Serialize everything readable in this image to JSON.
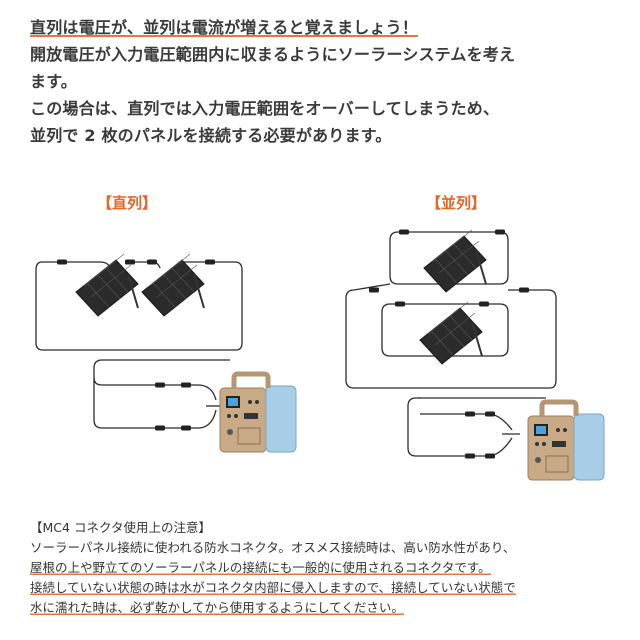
{
  "intro": {
    "line1_part_a": "直列は電圧が、",
    "line1_part_b": "並列は電流が増えると覚えましょう！",
    "line2": "開放電圧が入力電圧範囲内に収まるようにソーラーシステムを考え",
    "line3": "ます。",
    "line4": "この場合は、直列では入力電圧範囲をオーバーしてしまうため、",
    "line5": "並列で 2 枚のパネルを接続する必要があります。"
  },
  "diagrams": {
    "series_title": "【直列】",
    "parallel_title": "【並列】"
  },
  "note": {
    "heading": "【MC4 コネクタ使用上の注意】",
    "line1": "ソーラーパネル接続に使われる防水コネクタ。オスメス接続時は、高い防水性があり、",
    "line2": "屋根の上や野立てのソーラーパネルの接続にも一般的に使用されるコネクタです。",
    "line3": "接続していない状態の時は水がコネクタ内部に侵入しますので、接続していない状態で",
    "line4": "水に濡れた時は、必ず乾かしてから使用するようにしてください。"
  },
  "colors": {
    "accent_underline": "#e8753b",
    "title_orange": "#e8642a",
    "panel_dark": "#2b2b2b",
    "station_body": "#c9aa86",
    "station_side": "#a8cde6"
  }
}
